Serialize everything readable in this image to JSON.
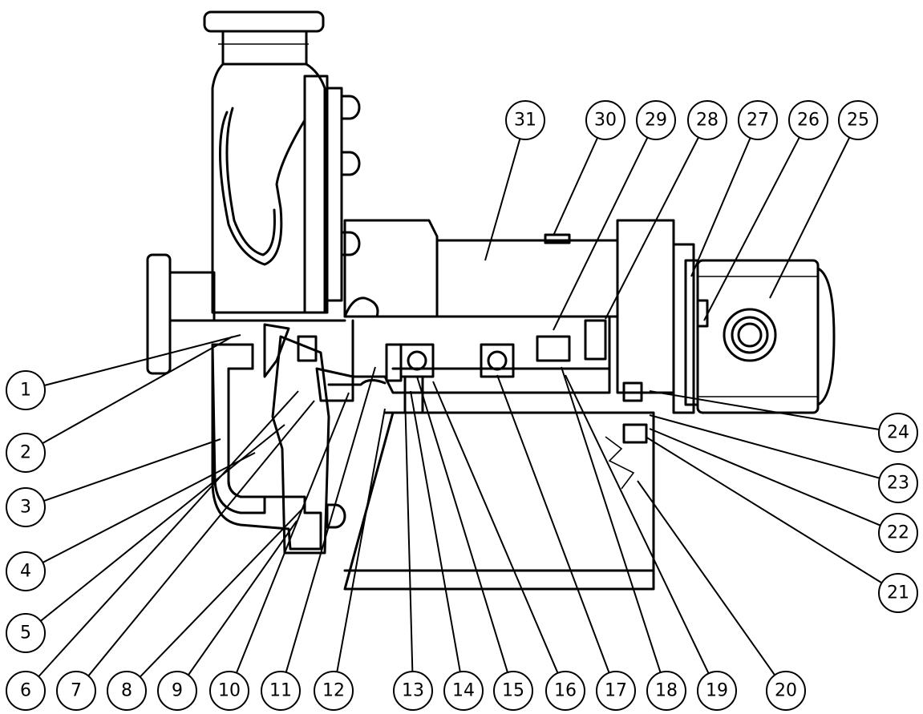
{
  "diagram": {
    "callouts": [
      {
        "label": "1"
      },
      {
        "label": "2"
      },
      {
        "label": "3"
      },
      {
        "label": "4"
      },
      {
        "label": "5"
      },
      {
        "label": "6"
      },
      {
        "label": "7"
      },
      {
        "label": "8"
      },
      {
        "label": "9"
      },
      {
        "label": "10"
      },
      {
        "label": "11"
      },
      {
        "label": "12"
      },
      {
        "label": "13"
      },
      {
        "label": "14"
      },
      {
        "label": "15"
      },
      {
        "label": "16"
      },
      {
        "label": "17"
      },
      {
        "label": "18"
      },
      {
        "label": "19"
      },
      {
        "label": "20"
      },
      {
        "label": "21"
      },
      {
        "label": "22"
      },
      {
        "label": "23"
      },
      {
        "label": "24"
      },
      {
        "label": "25"
      },
      {
        "label": "26"
      },
      {
        "label": "27"
      },
      {
        "label": "28"
      },
      {
        "label": "29"
      },
      {
        "label": "30"
      },
      {
        "label": "31"
      }
    ]
  }
}
